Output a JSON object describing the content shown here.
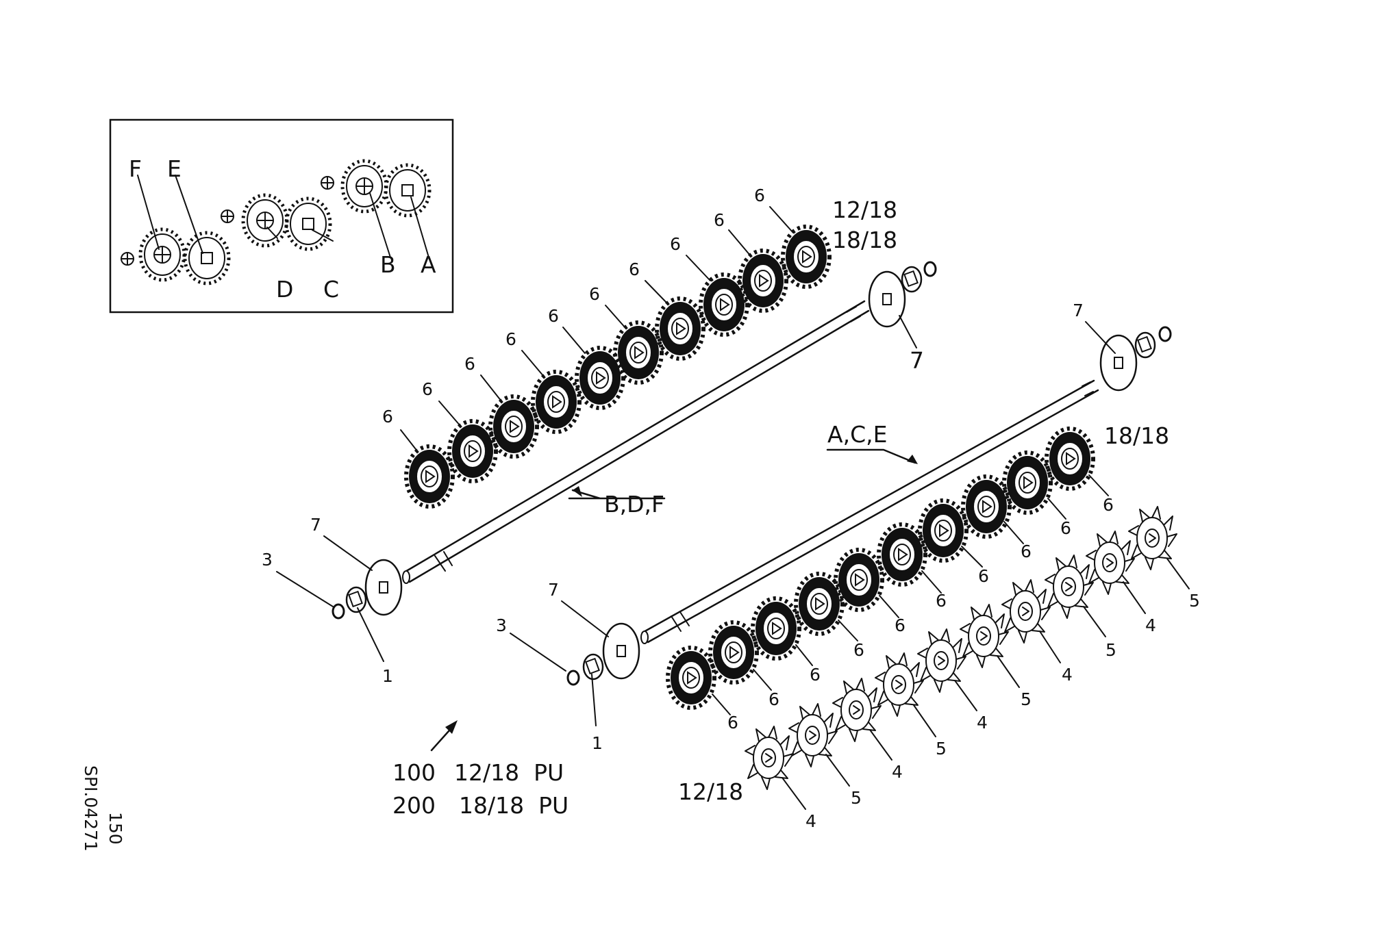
{
  "inset": {
    "letters": {
      "F": "F",
      "E": "E",
      "D": "D",
      "C": "C",
      "B": "B",
      "A": "A"
    }
  },
  "labels": {
    "shaft_upper_tag": "B,D,F",
    "shaft_lower_tag": "A,C,E",
    "ratio_12_18": "12/18",
    "ratio_18_18": "18/18",
    "part_1": "1",
    "part_3": "3",
    "part_4": "4",
    "part_5": "5",
    "part_6": "6",
    "part_7": "7"
  },
  "legend": [
    {
      "code": "100",
      "desc": "12/18  PU"
    },
    {
      "code": "200",
      "desc": "18/18  PU"
    }
  ],
  "drawing_id": "SPI.04271",
  "drawing_code": "150"
}
